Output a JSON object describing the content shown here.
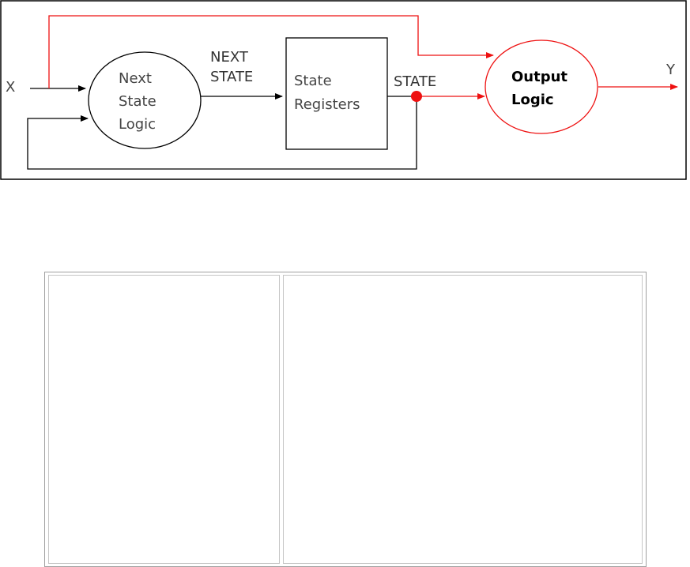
{
  "diagram": {
    "labels": {
      "input_x": "X",
      "output_y": "Y",
      "next_state_signal": [
        "NEXT",
        "STATE"
      ],
      "state_signal": "STATE",
      "next_state_logic": [
        "Next",
        "State",
        "Logic"
      ],
      "state_registers": [
        "State",
        "Registers"
      ],
      "output_logic": [
        "Output",
        "Logic"
      ]
    },
    "colors": {
      "wire": "#000000",
      "highlight": "#ee1111",
      "frame": "#000000"
    }
  },
  "table": {
    "columns": [
      {
        "text": ""
      },
      {
        "text": ""
      }
    ]
  }
}
